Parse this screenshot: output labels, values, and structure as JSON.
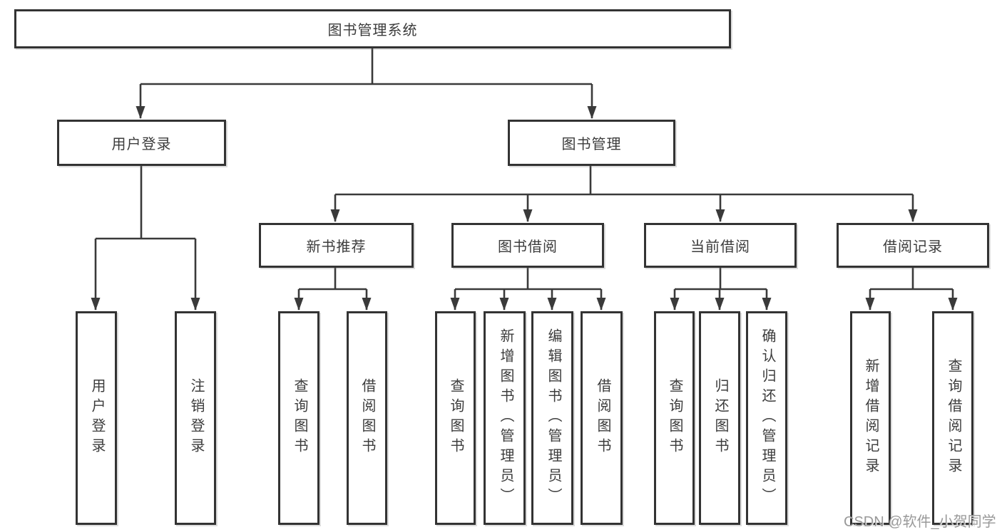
{
  "diagram": {
    "title_node": "图书管理系统",
    "nodes": {
      "root": "图书管理系统",
      "user_login": "用户登录",
      "book_mgmt": "图书管理",
      "new_book_rec": "新书推荐",
      "book_borrow": "图书借阅",
      "cur_borrow": "当前借阅",
      "borrow_rec": "借阅记录",
      "leaf_login": "用户登录",
      "leaf_logout": "注销登录",
      "rec_query": "查询图书",
      "rec_borrow": "借阅图书",
      "bb_query": "查询图书",
      "bb_add": "新增图书（管理员）",
      "bb_edit": "编辑图书（管理员）",
      "bb_borrow": "借阅图书",
      "cb_query": "查询图书",
      "cb_return": "归还图书",
      "cb_confirm": "确认归还（管理员）",
      "br_add": "新增借阅记录",
      "br_query": "查询借阅记录"
    },
    "colors": {
      "line": "#3a3a3a",
      "box_border": "#333333",
      "text": "#3c3c3c",
      "watermark": "#949494",
      "background": "#ffffff"
    }
  },
  "watermark": "CSDN @软件_小贺同学"
}
